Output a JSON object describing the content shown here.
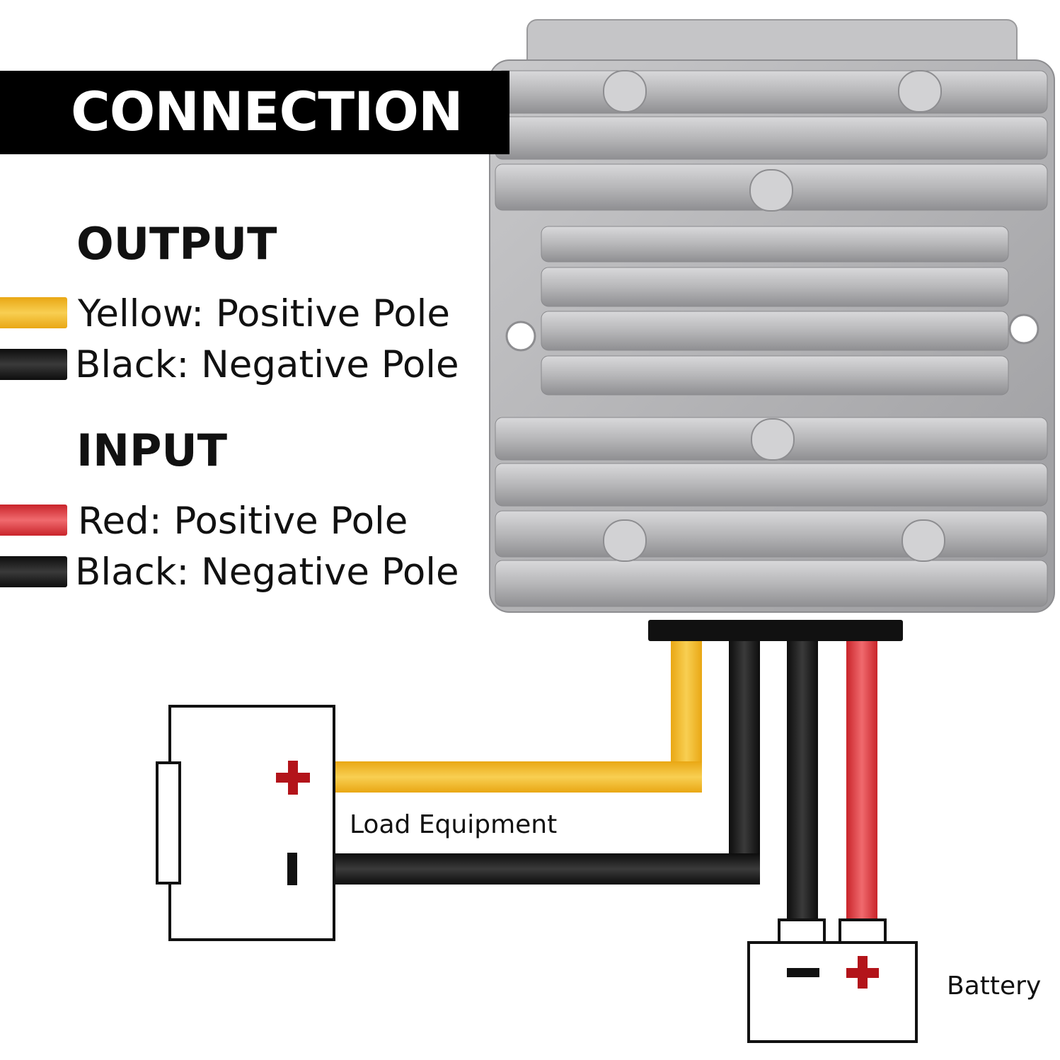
{
  "header": {
    "title": "CONNECTION"
  },
  "output": {
    "title": "OUTPUT",
    "items": [
      {
        "label": "Yellow: Positive Pole",
        "color": "#f2b21f"
      },
      {
        "label": "Black: Negative Pole",
        "color": "#1a1a1a"
      }
    ]
  },
  "input": {
    "title": "INPUT",
    "items": [
      {
        "label": "Red: Positive Pole",
        "color": "#e0393e"
      },
      {
        "label": "Black: Negative Pole",
        "color": "#1a1a1a"
      }
    ]
  },
  "diagram": {
    "load_label": "Load Equipment",
    "battery_label": "Battery",
    "plus_symbol": "+",
    "minus_symbol": "−",
    "accent_red": "#b3141a",
    "housing_color": "#b4b4b6"
  }
}
